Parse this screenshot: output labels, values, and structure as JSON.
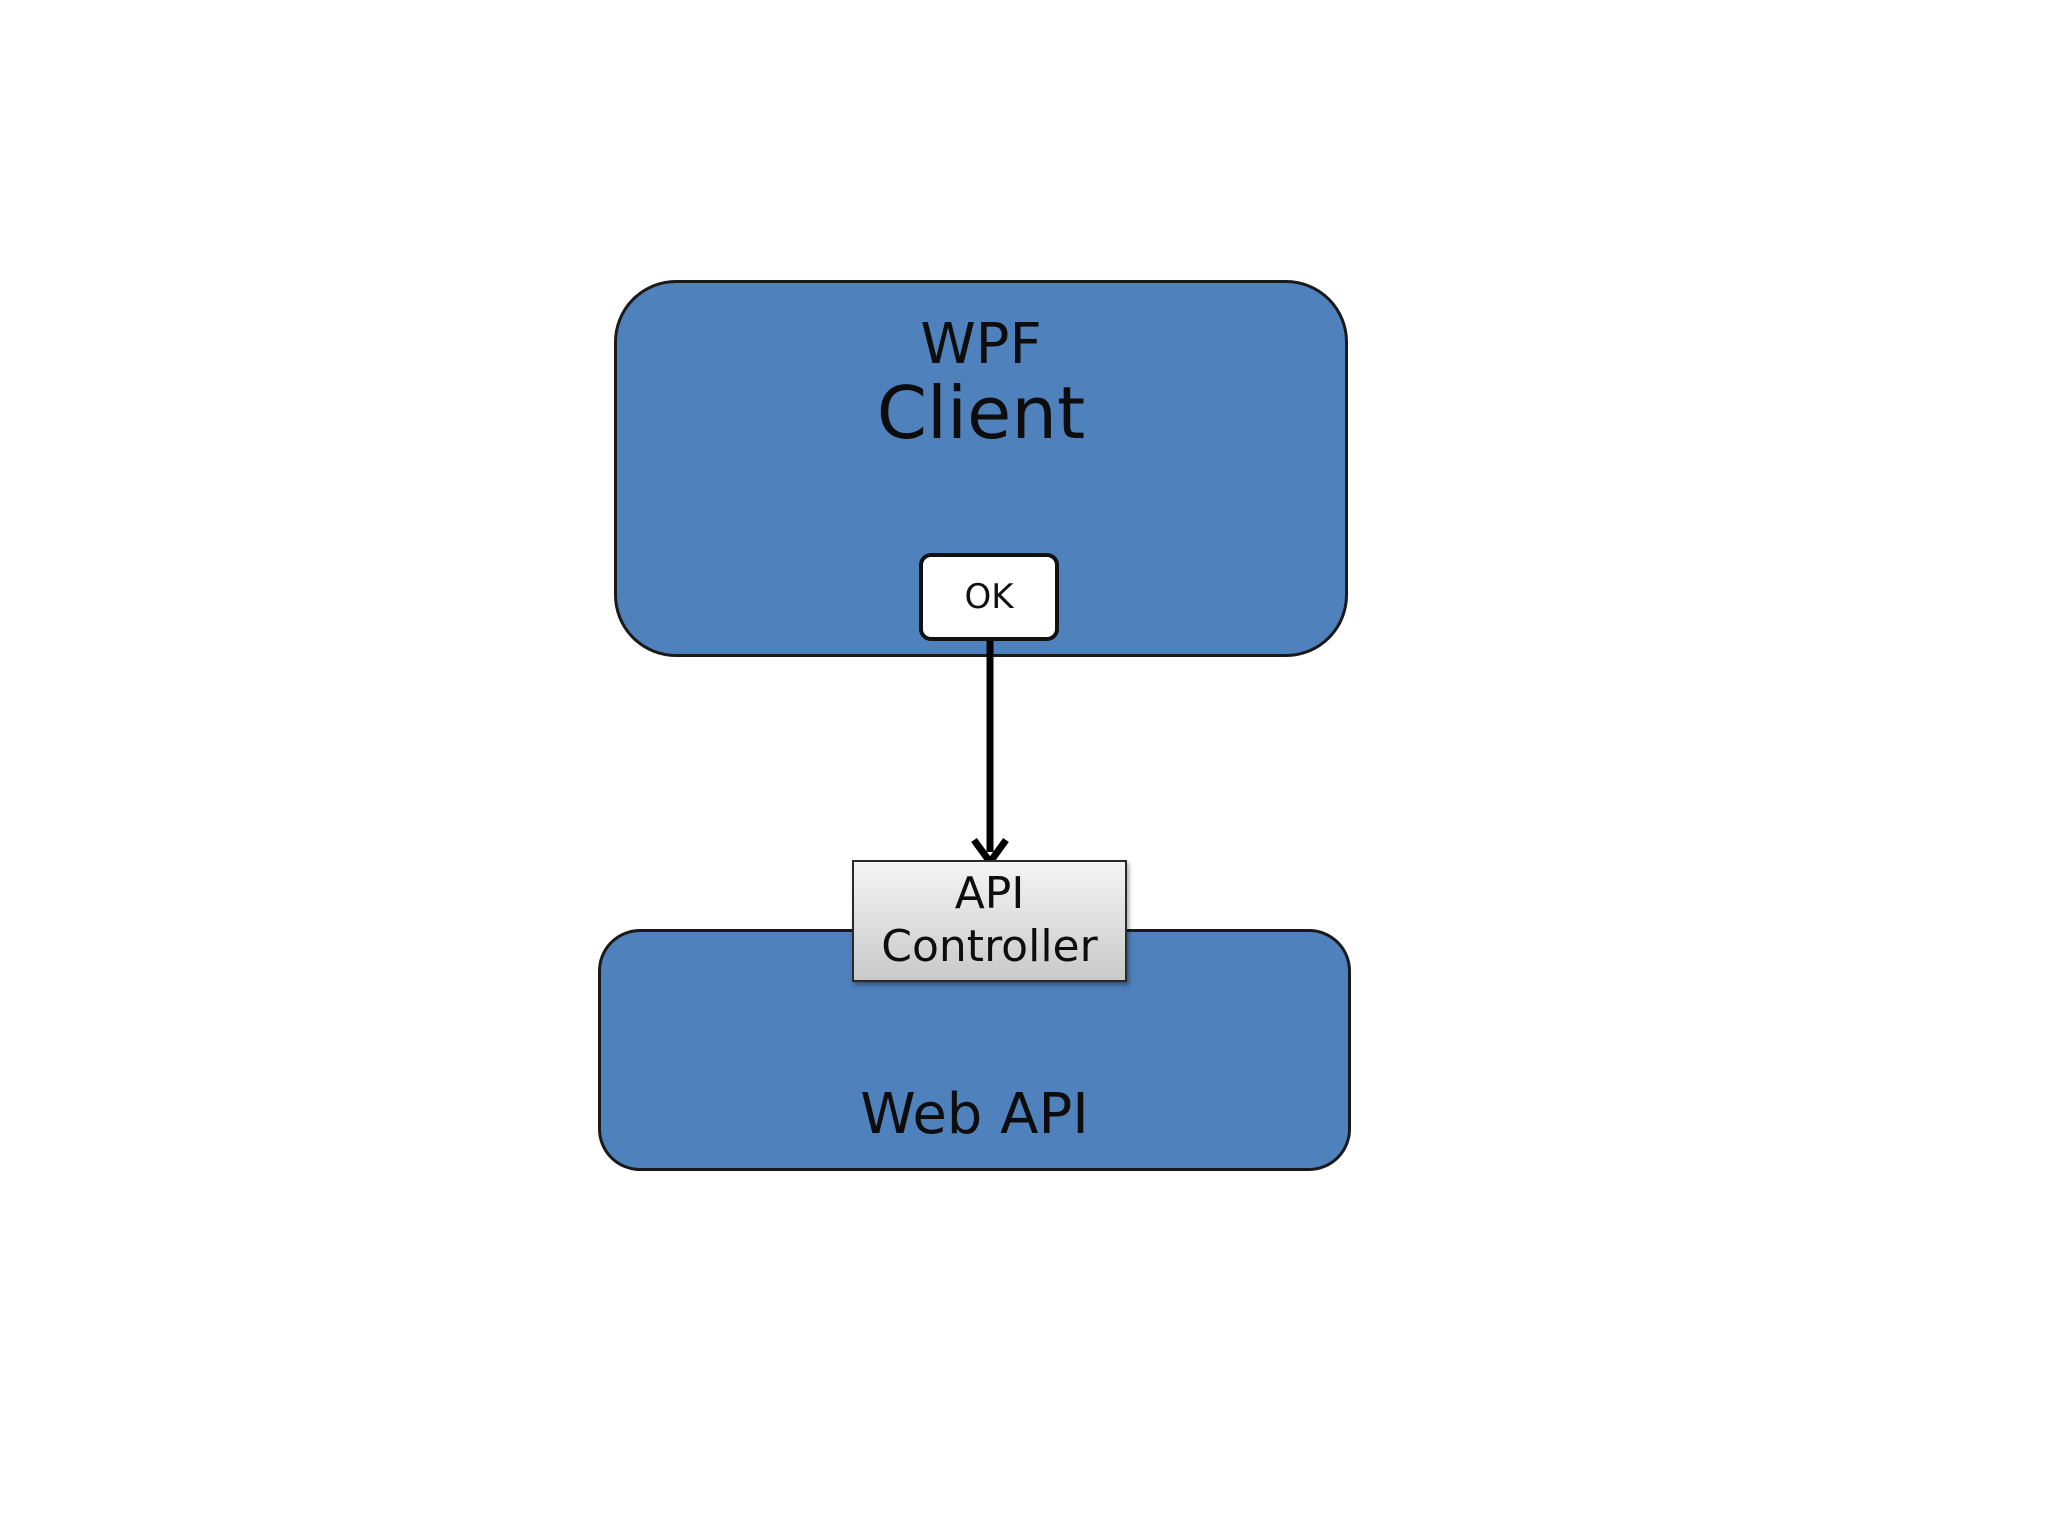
{
  "diagram": {
    "client": {
      "sublabel": "WPF",
      "label": "Client",
      "fill": "#4f81bd"
    },
    "ok_button": {
      "label": "OK"
    },
    "web_api": {
      "label": "Web API",
      "fill": "#4f81bd"
    },
    "controller": {
      "line1": "API",
      "line2": "Controller"
    },
    "connector": {
      "from": "ok_button",
      "to": "controller",
      "style": "arrow-down",
      "color": "#000000"
    }
  }
}
